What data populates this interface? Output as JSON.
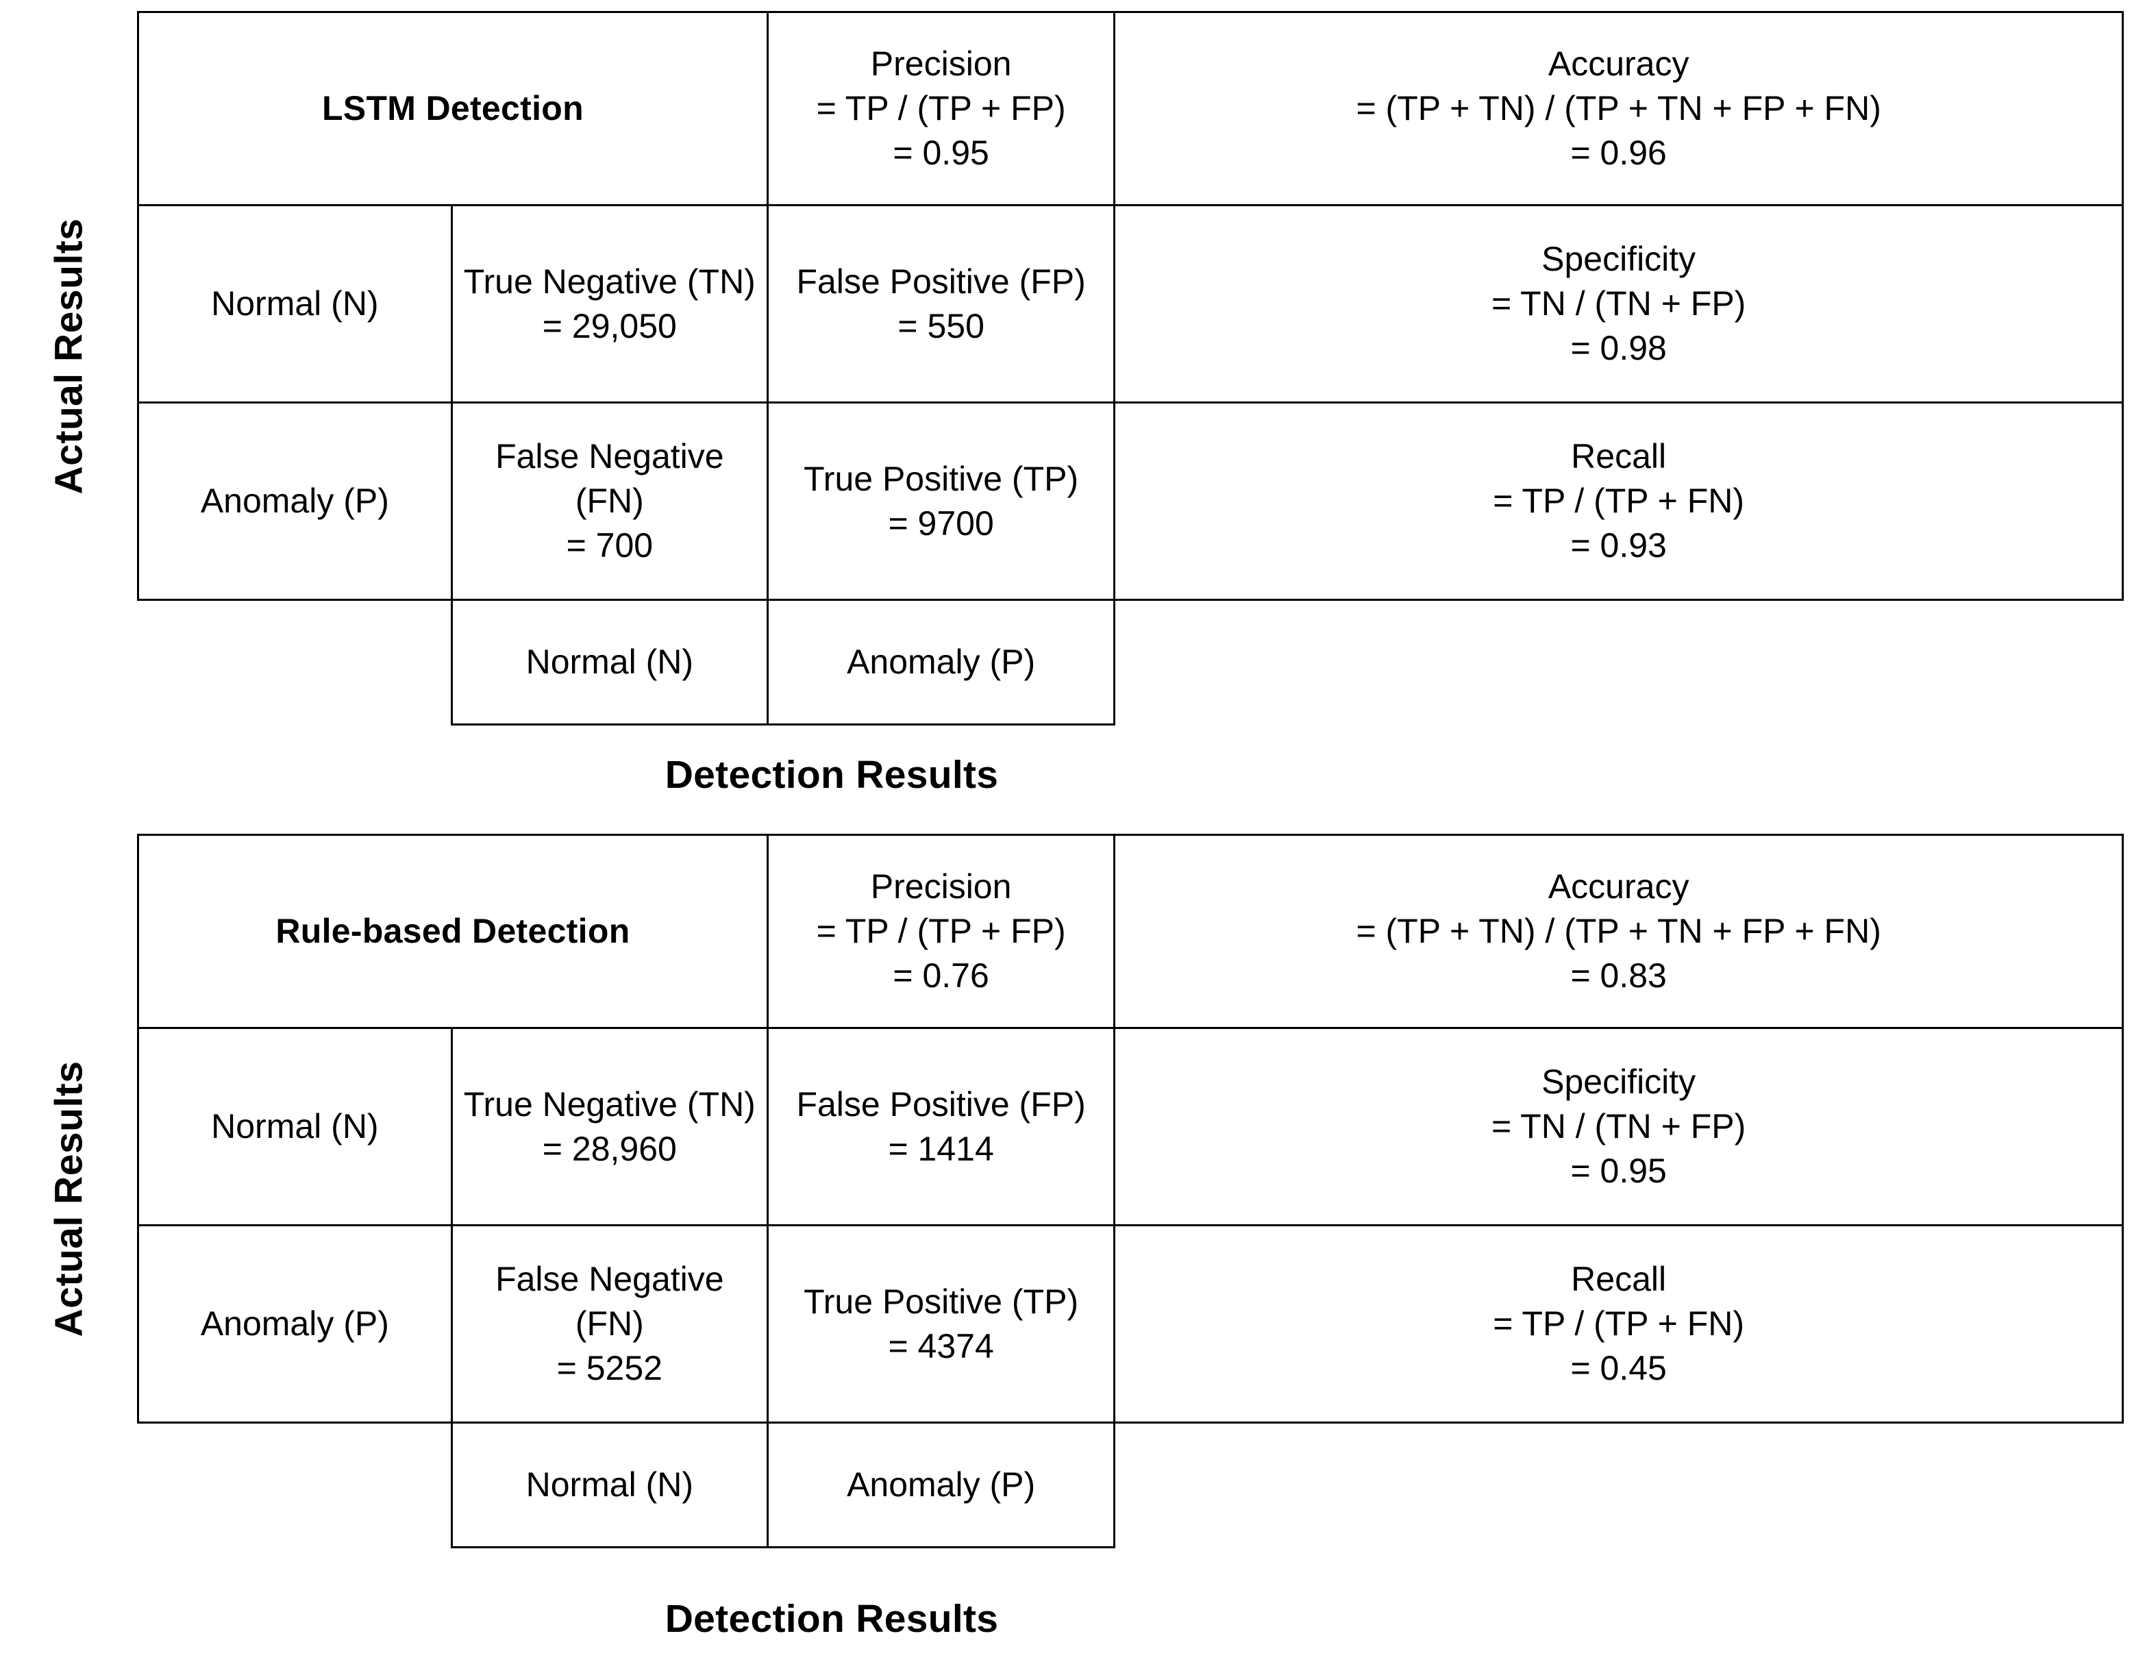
{
  "tables": [
    {
      "id": "lstm",
      "side_label": "Actual Results",
      "bottom_label": "Detection Results",
      "title": "LSTM Detection",
      "precision": {
        "name": "Precision",
        "formula": "= TP / (TP + FP)",
        "value": "= 0.95"
      },
      "accuracy": {
        "name": "Accuracy",
        "formula": "= (TP + TN) / (TP + TN + FP + FN)",
        "value": "= 0.96"
      },
      "rows": [
        {
          "actual": "Normal (N)",
          "cell_left_name": "True Negative (TN)",
          "cell_left_value": "= 29,050",
          "cell_right_name": "False Positive (FP)",
          "cell_right_value": "= 550",
          "metric_name": "Specificity",
          "metric_formula": "= TN / (TN + FP)",
          "metric_value": "= 0.98"
        },
        {
          "actual": "Anomaly (P)",
          "cell_left_name": "False Negative (FN)",
          "cell_left_value": "= 700",
          "cell_right_name": "True Positive (TP)",
          "cell_right_value": "= 9700",
          "metric_name": "Recall",
          "metric_formula": "= TP / (TP + FN)",
          "metric_value": "= 0.93"
        }
      ],
      "footer": {
        "left": "Normal (N)",
        "right": "Anomaly (P)"
      }
    },
    {
      "id": "rule",
      "side_label": "Actual Results",
      "bottom_label": "Detection Results",
      "title": "Rule-based Detection",
      "precision": {
        "name": "Precision",
        "formula": "= TP / (TP + FP)",
        "value": "= 0.76"
      },
      "accuracy": {
        "name": "Accuracy",
        "formula": "= (TP + TN) / (TP + TN + FP + FN)",
        "value": "= 0.83"
      },
      "rows": [
        {
          "actual": "Normal (N)",
          "cell_left_name": "True Negative (TN)",
          "cell_left_value": "= 28,960",
          "cell_right_name": "False Positive (FP)",
          "cell_right_value": "= 1414",
          "metric_name": "Specificity",
          "metric_formula": "= TN / (TN + FP)",
          "metric_value": "= 0.95"
        },
        {
          "actual": "Anomaly (P)",
          "cell_left_name": "False Negative (FN)",
          "cell_left_value": "= 5252",
          "cell_right_name": "True Positive (TP)",
          "cell_right_value": "= 4374",
          "metric_name": "Recall",
          "metric_formula": "= TP / (TP + FN)",
          "metric_value": "= 0.45"
        }
      ],
      "footer": {
        "left": "Normal (N)",
        "right": "Anomaly (P)"
      }
    }
  ],
  "chart_data": {
    "type": "table",
    "title": "Confusion matrices for LSTM Detection and Rule-based Detection",
    "xlabel": "Detection Results",
    "ylabel": "Actual Results",
    "categories": [
      "Normal (N)",
      "Anomaly (P)"
    ],
    "matrices": [
      {
        "name": "LSTM Detection",
        "TN": 29050,
        "FP": 550,
        "FN": 700,
        "TP": 9700,
        "precision": 0.95,
        "accuracy": 0.96,
        "specificity": 0.98,
        "recall": 0.93
      },
      {
        "name": "Rule-based Detection",
        "TN": 28960,
        "FP": 1414,
        "FN": 5252,
        "TP": 4374,
        "precision": 0.76,
        "accuracy": 0.83,
        "specificity": 0.95,
        "recall": 0.45
      }
    ]
  }
}
